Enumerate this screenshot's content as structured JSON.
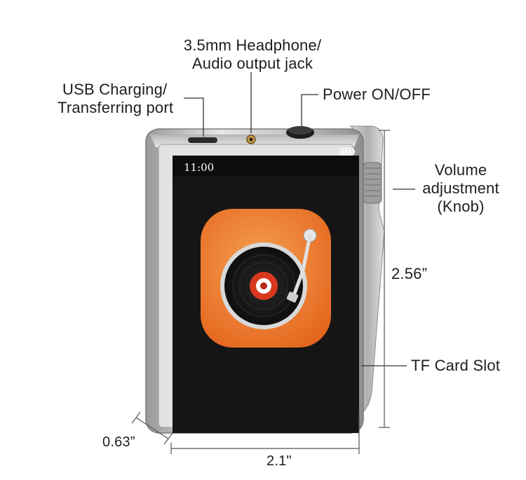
{
  "callouts": {
    "headphone_line1": "3.5mm Headphone/",
    "headphone_line2": "Audio output jack",
    "usb_line1": "USB Charging/",
    "usb_line2": "Transferring port",
    "power": "Power ON/OFF",
    "volume_line1": "Volume",
    "volume_line2": "adjustment",
    "volume_line3": "(Knob)",
    "tf_slot": "TF Card Slot"
  },
  "dimensions": {
    "height": "2.56”",
    "thickness": "0.63”",
    "width": "2.1\""
  },
  "screen": {
    "time": "11:00",
    "battery_icon": "battery-icon",
    "app_icon": "turntable-music-icon"
  },
  "colors": {
    "app_orange": "#f0782a",
    "screen_bg": "#151515",
    "body_silver": "#c9c9c9"
  }
}
